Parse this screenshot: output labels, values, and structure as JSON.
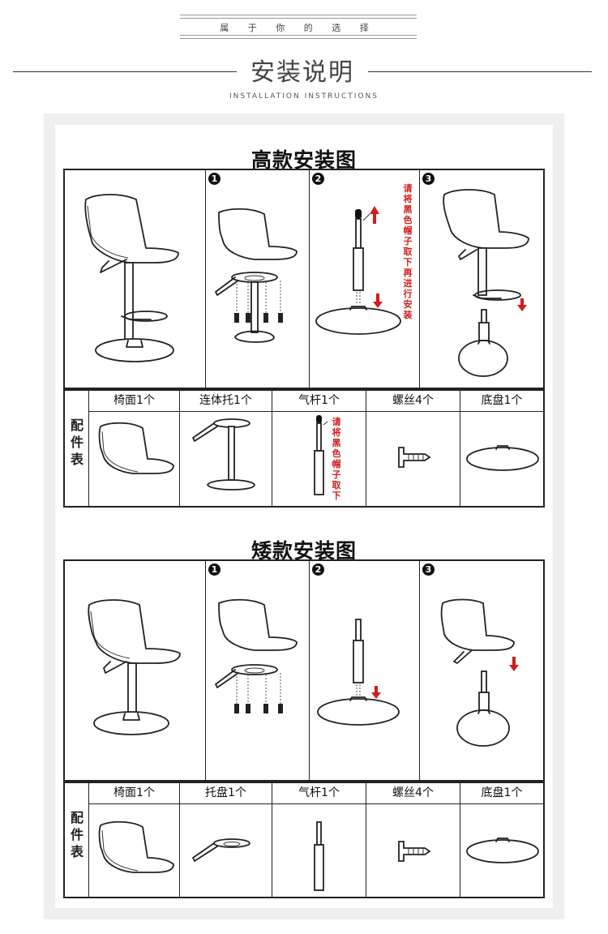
{
  "header": {
    "tagline": "属 于 你 的 选 择",
    "title": "安装说明",
    "subtitle": "INSTALLATION    INSTRUCTIONS"
  },
  "tall_section": {
    "title": "高款安装图",
    "steps": [
      "1",
      "2",
      "3"
    ],
    "step2_note": "请将黑色帽子取下再进行安装",
    "parts_heading": "配件表",
    "parts": [
      "椅面1个",
      "连体托1个",
      "气杆1个",
      "螺丝4个",
      "底盘1个"
    ],
    "gas_rod_note": "请将黑色帽子取下"
  },
  "short_section": {
    "title": "矮款安装图",
    "steps": [
      "1",
      "2",
      "3"
    ],
    "parts_heading": "配件表",
    "parts": [
      "椅面1个",
      "托盘1个",
      "气杆1个",
      "螺丝4个",
      "底盘1个"
    ]
  },
  "colors": {
    "accent_red": "#d21c1c",
    "line": "#222222",
    "panel_bg": "#efefef"
  },
  "icons": [
    "down-arrow-icon",
    "up-arrow-icon",
    "screw-icon",
    "step-number-icon"
  ]
}
